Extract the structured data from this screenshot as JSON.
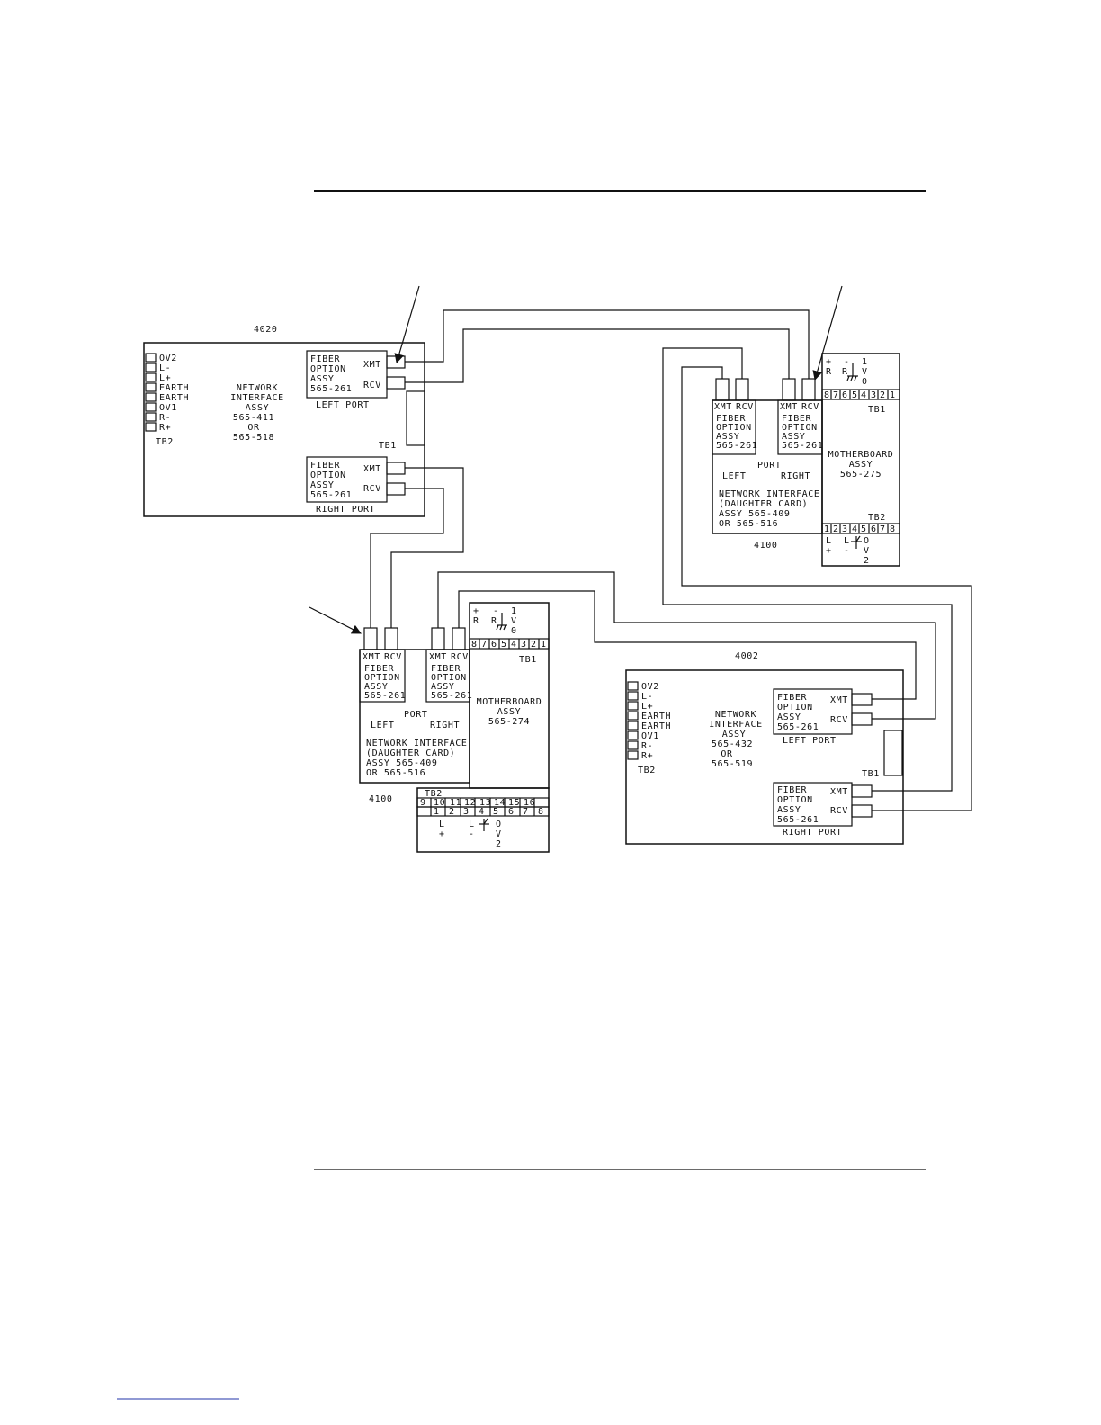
{
  "panel_4020": {
    "title": "4020",
    "tb2_terms": [
      "OV2",
      "L-",
      "L+",
      "EARTH",
      "EARTH",
      "OV1",
      "R-",
      "R+"
    ],
    "tb2_label": "TB2",
    "assy_lines": [
      "NETWORK",
      "INTERFACE",
      "ASSY",
      "565-411",
      "OR",
      "565-518"
    ],
    "tb1_label": "TB1",
    "fiber_lines": [
      "FIBER",
      "OPTION",
      "ASSY",
      "565-261"
    ],
    "xmt": "XMT",
    "rcv": "RCV",
    "left_port": "LEFT PORT",
    "right_port": "RIGHT PORT"
  },
  "panel_4002": {
    "title": "4002",
    "tb2_terms": [
      "OV2",
      "L-",
      "L+",
      "EARTH",
      "EARTH",
      "OV1",
      "R-",
      "R+"
    ],
    "tb2_label": "TB2",
    "assy_lines": [
      "NETWORK",
      "INTERFACE",
      "ASSY",
      "565-432",
      "OR",
      "565-519"
    ],
    "tb1_label": "TB1",
    "fiber_lines": [
      "FIBER",
      "OPTION",
      "ASSY",
      "565-261"
    ],
    "xmt": "XMT",
    "rcv": "RCV",
    "left_port": "LEFT PORT",
    "right_port": "RIGHT PORT"
  },
  "panel_4100_top": {
    "title": "4100",
    "xmt": "XMT",
    "rcv": "RCV",
    "fiber_lines": [
      "FIBER",
      "OPTION",
      "ASSY",
      "565-261"
    ],
    "port": "PORT",
    "left": "LEFT",
    "right": "RIGHT",
    "daughter_lines": [
      "NETWORK INTERFACE",
      "(DAUGHTER CARD)",
      "ASSY 565-409",
      "OR 565-516"
    ],
    "tb1_label": "TB1",
    "tb1_signs": [
      "+",
      "-",
      "1"
    ],
    "tb1_names": [
      "R",
      "R",
      "V",
      "0"
    ],
    "tb1_nums": [
      "8",
      "7",
      "6",
      "5",
      "4",
      "3",
      "2",
      "1"
    ],
    "mb_lines": [
      "MOTHERBOARD",
      "ASSY",
      "565-275"
    ],
    "tb2_label": "TB2",
    "tb2_nums": [
      "1",
      "2",
      "3",
      "4",
      "5",
      "6",
      "7",
      "8"
    ],
    "tb2_names": [
      "L",
      "L",
      "O",
      "V",
      "2"
    ],
    "tb2_signs": [
      "+",
      "-"
    ]
  },
  "panel_4100_bottom": {
    "title": "4100",
    "xmt": "XMT",
    "rcv": "RCV",
    "fiber_lines": [
      "FIBER",
      "OPTION",
      "ASSY",
      "565-261"
    ],
    "port": "PORT",
    "left": "LEFT",
    "right": "RIGHT",
    "daughter_lines": [
      "NETWORK INTERFACE",
      "(DAUGHTER CARD)",
      "ASSY 565-409",
      "OR 565-516"
    ],
    "tb1_label": "TB1",
    "tb1_signs": [
      "+",
      "-",
      "1"
    ],
    "tb1_names": [
      "R",
      "R",
      "V",
      "0"
    ],
    "tb1_nums": [
      "8",
      "7",
      "6",
      "5",
      "4",
      "3",
      "2",
      "1"
    ],
    "mb_lines": [
      "MOTHERBOARD",
      "ASSY",
      "565-274"
    ],
    "tb2_label": "TB2",
    "tb2_upper_nums": [
      "9",
      "10",
      "11",
      "12",
      "13",
      "14",
      "15",
      "16"
    ],
    "tb2_nums": [
      "1",
      "2",
      "3",
      "4",
      "5",
      "6",
      "7",
      "8"
    ],
    "tb2_names": [
      "L",
      "L",
      "O",
      "V",
      "2"
    ],
    "tb2_signs": [
      "+",
      "-"
    ]
  }
}
